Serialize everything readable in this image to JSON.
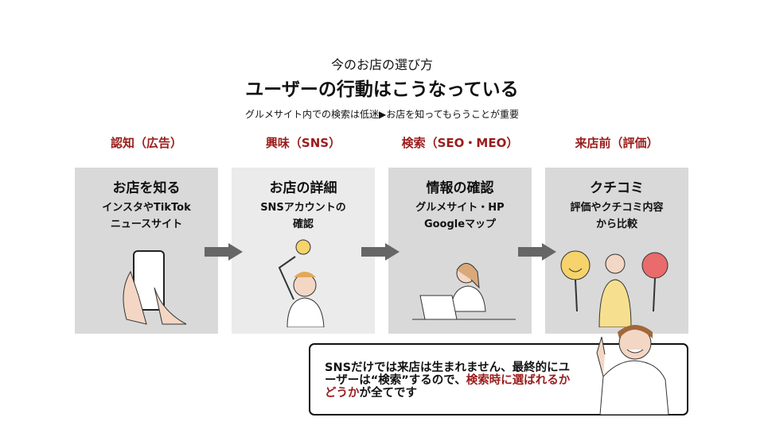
{
  "header": {
    "supertitle": "今のお店の選び方",
    "title": "ユーザーの行動はこうなっている",
    "subtitle": "グルメサイト内での検索は低迷▶お店を知ってもらうことが重要"
  },
  "stages": [
    {
      "heading": "認知（広告）",
      "title": "お店を知る",
      "line1": "インスタやTikTok",
      "line2": "ニュースサイト"
    },
    {
      "heading": "興味（SNS）",
      "title": "お店の詳細",
      "line1": "SNSアカウントの",
      "line2": "確認"
    },
    {
      "heading": "検索（SEO・MEO）",
      "title": "情報の確認",
      "line1": "グルメサイト・HP",
      "line2": "Googleマップ"
    },
    {
      "heading": "来店前（評価）",
      "title": "クチコミ",
      "line1": "評価やクチコミ内容",
      "line2": "から比較"
    }
  ],
  "callout": {
    "part1": "SNSだけでは来店は生まれません、最終的にユーザーは“検索”するので、",
    "highlight": "検索時に選ばれるかどうか",
    "part2": "が全てです"
  },
  "colors": {
    "accent": "#9b1c1c",
    "box": "#d9d9d9"
  }
}
